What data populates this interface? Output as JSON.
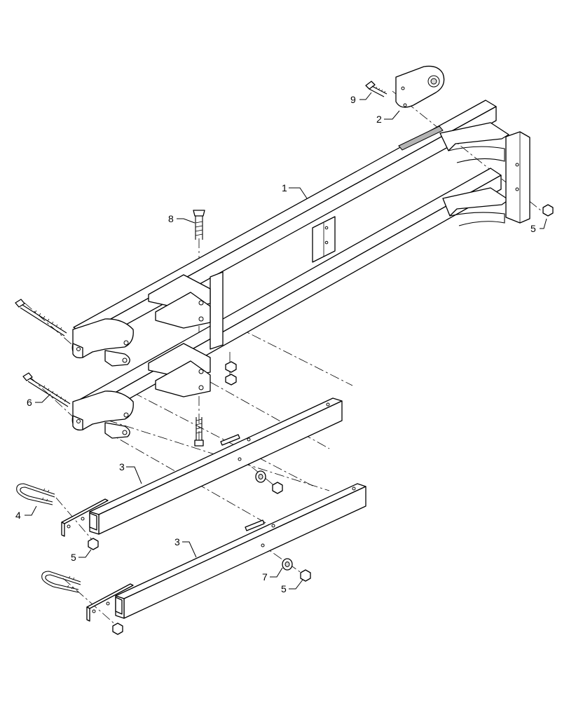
{
  "callouts": [
    {
      "id": "c1",
      "text": "1"
    },
    {
      "id": "c2",
      "text": "2"
    },
    {
      "id": "c3a",
      "text": "3"
    },
    {
      "id": "c3b",
      "text": "3"
    },
    {
      "id": "c4",
      "text": "4"
    },
    {
      "id": "c5a",
      "text": "5"
    },
    {
      "id": "c5b",
      "text": "5"
    },
    {
      "id": "c5c",
      "text": "5"
    },
    {
      "id": "c6",
      "text": "6"
    },
    {
      "id": "c7",
      "text": "7"
    },
    {
      "id": "c8",
      "text": "8"
    },
    {
      "id": "c9",
      "text": "9"
    }
  ]
}
